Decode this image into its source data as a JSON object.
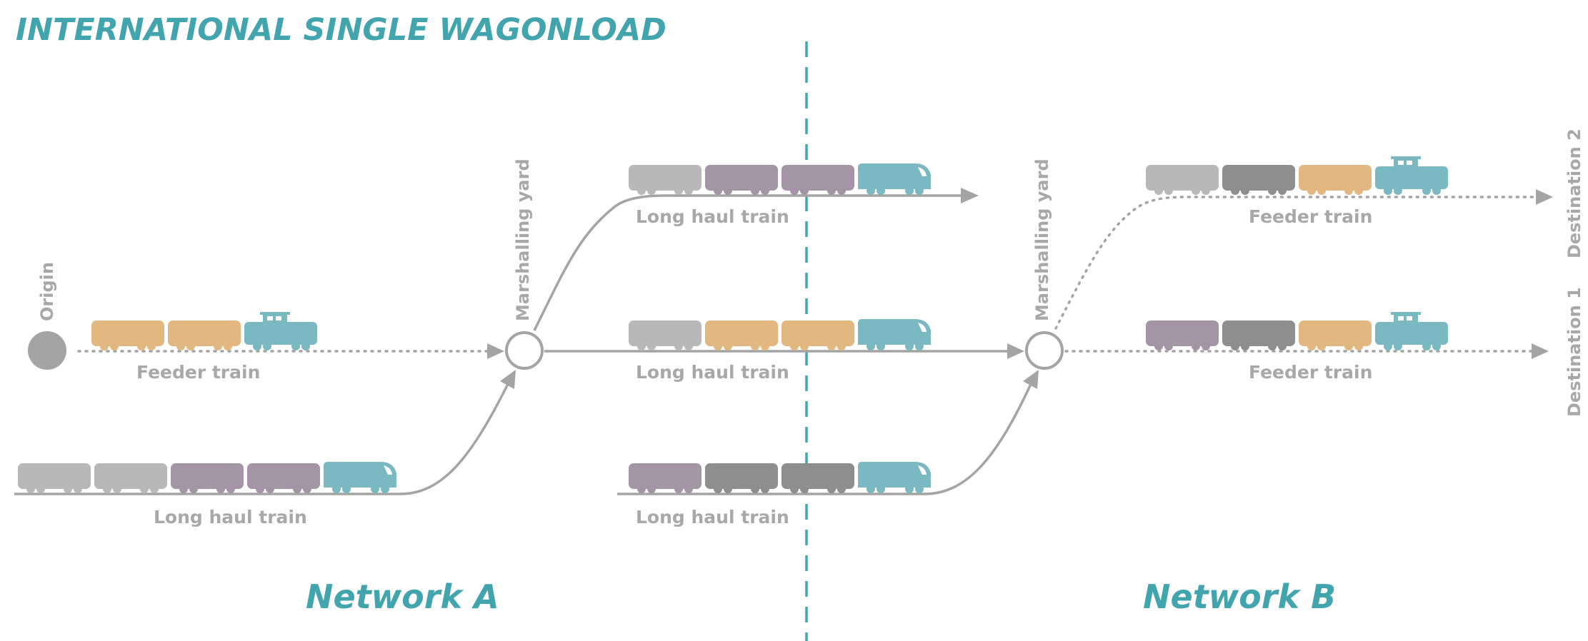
{
  "title": "INTERNATIONAL SINGLE WAGONLOAD",
  "networks": [
    "Network A",
    "Network B"
  ],
  "nodes": {
    "origin": "Origin",
    "yard_a": "Marshalling yard",
    "yard_b": "Marshalling yard",
    "destination_1": "Destination 1",
    "destination_2": "Destination 2"
  },
  "train_labels": {
    "feeder_origin": "Feeder train",
    "long_haul_in_a": "Long haul train",
    "long_haul_top": "Long haul train",
    "long_haul_mid": "Long haul train",
    "long_haul_in_b": "Long haul train",
    "feeder_dest_2": "Feeder train",
    "feeder_dest_1": "Feeder train"
  },
  "colors": {
    "accent": "#42a5ad",
    "wagon_light_grey": "#b8b8b8",
    "wagon_dark_grey": "#8e8e8e",
    "wagon_purple": "#a394a6",
    "wagon_orange": "#e3b880",
    "locomotive_teal": "#7ab9c2",
    "track": "#a4a4a4",
    "node_fill": "#a4a4a4"
  },
  "trains": [
    {
      "name": "feeder-origin-train",
      "wagons": [
        "wagon_orange",
        "wagon_orange"
      ],
      "loco": "shunter"
    },
    {
      "name": "long-haul-a-train",
      "wagons": [
        "wagon_light_grey",
        "wagon_light_grey",
        "wagon_purple",
        "wagon_purple"
      ],
      "loco": "electric"
    },
    {
      "name": "long-haul-top-train",
      "wagons": [
        "wagon_light_grey",
        "wagon_purple",
        "wagon_purple"
      ],
      "loco": "electric"
    },
    {
      "name": "long-haul-mid-train",
      "wagons": [
        "wagon_light_grey",
        "wagon_orange",
        "wagon_orange"
      ],
      "loco": "electric"
    },
    {
      "name": "long-haul-b-in-train",
      "wagons": [
        "wagon_purple",
        "wagon_dark_grey",
        "wagon_dark_grey"
      ],
      "loco": "electric"
    },
    {
      "name": "feeder-dest-2-train",
      "wagons": [
        "wagon_light_grey",
        "wagon_dark_grey",
        "wagon_orange"
      ],
      "loco": "shunter"
    },
    {
      "name": "feeder-dest-1-train",
      "wagons": [
        "wagon_purple",
        "wagon_dark_grey",
        "wagon_orange"
      ],
      "loco": "shunter"
    }
  ]
}
